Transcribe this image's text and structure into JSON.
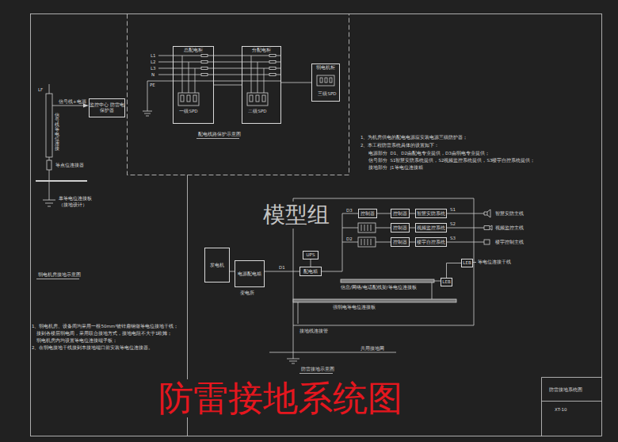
{
  "diagram": {
    "title": "防雷接地系统图",
    "nodes": [
      {
        "text": [
          "监控中心 防雷电保护器"
        ]
      },
      {
        "text": [
          "总配电柜"
        ]
      },
      {
        "text": [
          "一级SPD"
        ],
        "in": 1
      },
      {
        "text": [
          "分配电柜"
        ]
      },
      {
        "text": [
          "二级SPD"
        ],
        "in": 3
      },
      {
        "text": [
          "弱电机柜"
        ]
      },
      {
        "text": [
          "三级SPD"
        ],
        "in": 5
      },
      {
        "text": [
          "发电机"
        ]
      },
      {
        "text": [
          "电源配电箱"
        ]
      },
      {
        "text": [
          "UPS"
        ]
      },
      {
        "text": [
          "配电箱"
        ]
      },
      {
        "text": [
          "控制器"
        ]
      },
      {
        "text": [
          "控制器"
        ]
      },
      {
        "text": [
          "控制器"
        ]
      },
      {
        "text": [
          "控制器"
        ]
      },
      {
        "text": [
          "智慧安防系统"
        ]
      },
      {
        "text": [
          "视频监控系统"
        ]
      },
      {
        "text": [
          "楼宇自控系统"
        ]
      },
      {
        "text": [
          "LEB"
        ]
      },
      {
        "text": [
          "LEB"
        ]
      }
    ],
    "edges": [
      {
        "from": 1,
        "to": 3,
        "arrow": "none"
      },
      {
        "from": 3,
        "to": 5,
        "arrow": "none"
      },
      {
        "from": 7,
        "to": 8,
        "arrow": "none"
      },
      {
        "from": 8,
        "to": 10,
        "label": "D1",
        "arrow": "none"
      },
      {
        "from": 9,
        "to": 10,
        "arrow": "none"
      },
      {
        "from": 11,
        "to": 12,
        "arrow": "none"
      },
      {
        "from": 12,
        "to": 15,
        "arrow": "none"
      },
      {
        "from": 13,
        "to": 16,
        "arrow": "none"
      },
      {
        "from": 14,
        "to": 17,
        "arrow": "none"
      },
      {
        "from": 18,
        "to": 19,
        "arrow": "none"
      }
    ],
    "labels": [
      "LF",
      "信号线+电源",
      "信号线等电位连接",
      "等点位连接器",
      "单等电位连接板",
      "（接地设计）",
      "L1",
      "L2",
      "L3",
      "N",
      "PE",
      "配电线路保护示意图",
      "1、为机房供电的配电电源应安装电源三级防护器；",
      "2、本工程防雷系统具体的设置如下：",
      "电源部分  D1、D2由配电专业提供，D3由弱电专业提供；",
      "信号部分  S1智慧安防系统提供，S2视频监控系统提供，S3楼宇自控系统提供；",
      "接地部分  J1等电位连接箱",
      "弱电机房接地示意图",
      "1、弱电机房、设备间均采用一根50mm²镀锌扁钢做等电位接地干线；",
      "接到各楼层弱电间，采用联合接地方式，接地电阻不大于1欧姆；",
      "弱电机房内均设置等电位连接端子板；",
      "2、在弱电接地干线接到本接地端口前安装等电位连接器。",
      "变电所",
      "D3",
      "D2",
      "S1",
      "S2",
      "S3",
      "智慧安防主线",
      "视频监控主线",
      "楼宇控制主线",
      "等电位连接干线",
      "信息/网络/电话配线架/等电位连接板",
      "强弱电等电位连接板",
      "接地线连接管",
      "共用接地网",
      "防雷接地示意图",
      "模型组",
      "防雷接地系统图",
      "XT-10"
    ]
  }
}
